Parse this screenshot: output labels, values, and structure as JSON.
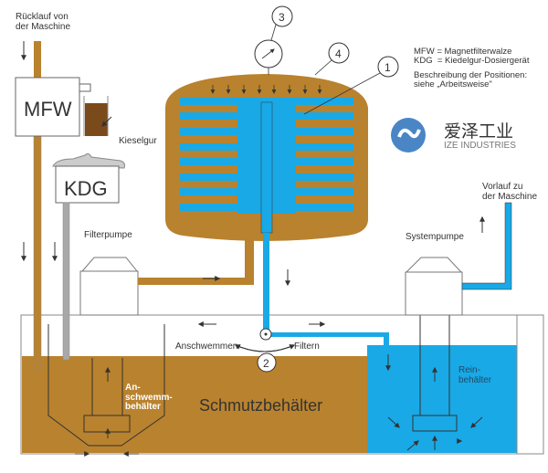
{
  "labels": {
    "return_line": [
      "Rücklauf von",
      "der Maschine"
    ],
    "mfw_box": "MFW",
    "kieselgur": "Kieselgur",
    "kdg_box": "KDG",
    "filter_pump": "Filterpumpe",
    "system_pump": "Systempumpe",
    "supply_line": [
      "Vorlauf zu",
      "der Maschine"
    ],
    "precoat": "Anschwemmen",
    "filtering": "Filtern",
    "precoat_tank": [
      "An-",
      "schwemm-",
      "behälter"
    ],
    "dirty_tank": "Schmutzbehälter",
    "clean_tank": [
      "Rein-",
      "behälter"
    ]
  },
  "legend": {
    "line1": "MFW = Magnetfilterwalze",
    "line2": "KDG  = Kiedelgur-Dosiergerät",
    "line3": "Beschreibung der Positionen:",
    "line4": "siehe „Arbeitsweise\""
  },
  "positions": {
    "p1": "1",
    "p2": "2",
    "p3": "3",
    "p4": "4"
  },
  "logo": {
    "cn_name": "爱泽工业",
    "en_name": "IZE INDUSTRIES",
    "brand_color": "#4a86c5"
  },
  "colors": {
    "dirty": "#b9822e",
    "clean": "#19a9e6",
    "line": "#555555",
    "gray_pipe": "#a8a8a8"
  }
}
